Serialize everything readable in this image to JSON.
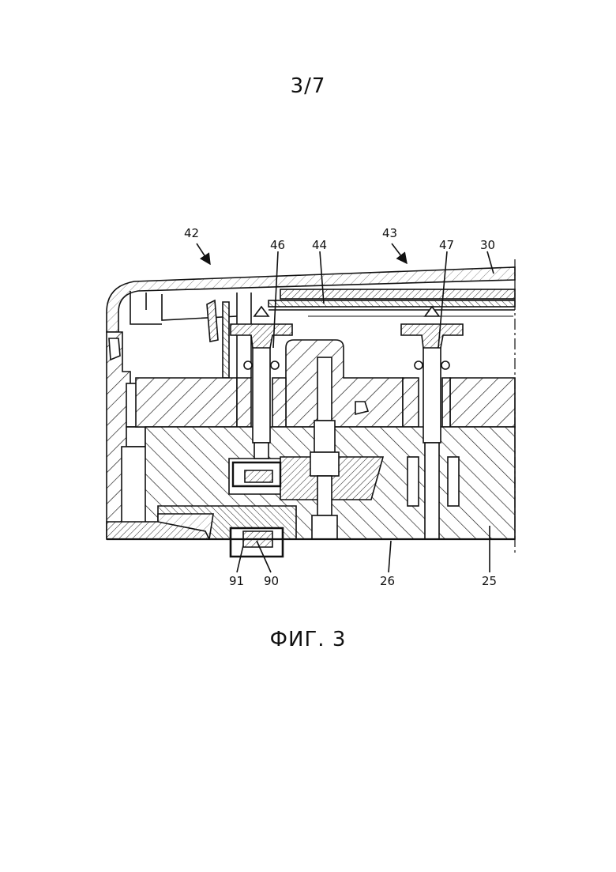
{
  "sheet": {
    "number": "3/7"
  },
  "figure": {
    "caption": "ФИГ. 3"
  },
  "references": [
    {
      "id": "ref-42",
      "label": "42"
    },
    {
      "id": "ref-43",
      "label": "43"
    },
    {
      "id": "ref-46",
      "label": "46"
    },
    {
      "id": "ref-44",
      "label": "44"
    },
    {
      "id": "ref-47",
      "label": "47"
    },
    {
      "id": "ref-30",
      "label": "30"
    },
    {
      "id": "ref-91",
      "label": "91"
    },
    {
      "id": "ref-90",
      "label": "90"
    },
    {
      "id": "ref-26",
      "label": "26"
    },
    {
      "id": "ref-25",
      "label": "25"
    }
  ]
}
